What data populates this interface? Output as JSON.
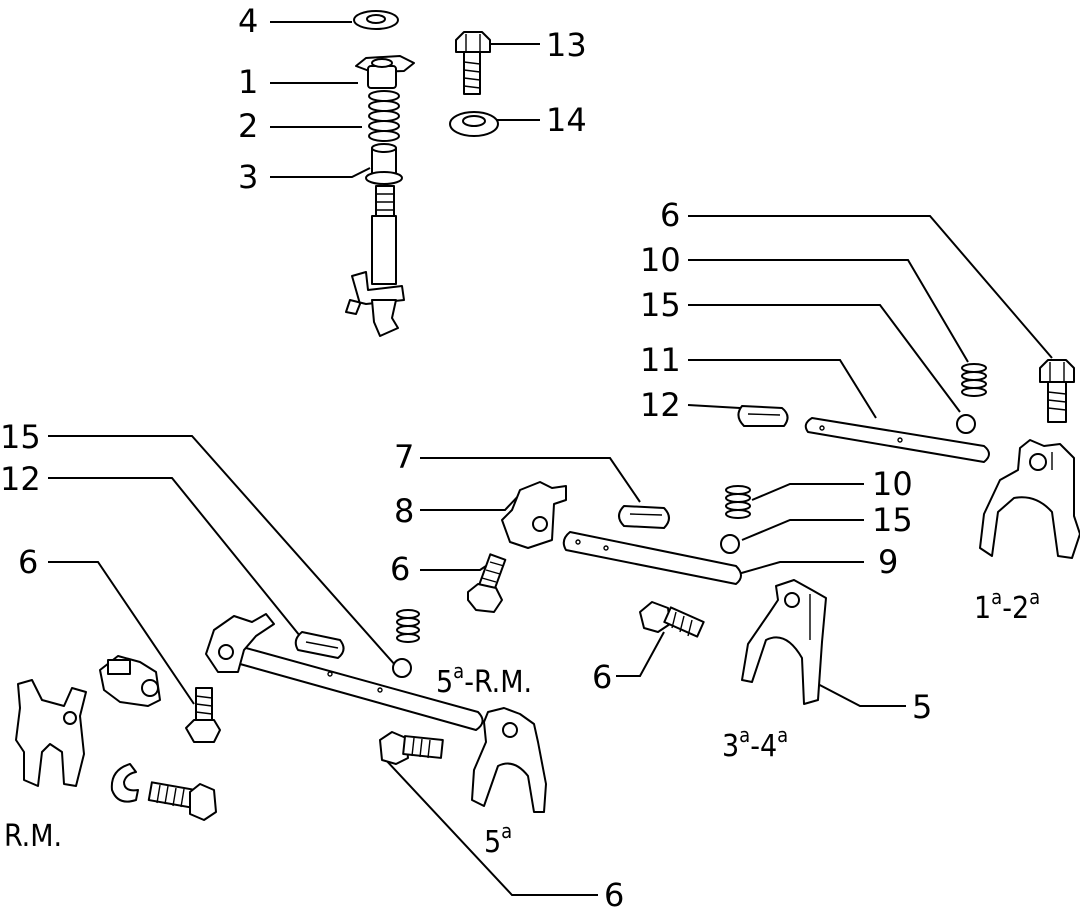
{
  "callouts": {
    "c4": "4",
    "c1": "1",
    "c2": "2",
    "c3": "3",
    "c13": "13",
    "c14": "14",
    "c6_top": "6",
    "c10_top": "10",
    "c15_top": "15",
    "c11": "11",
    "c12_top": "12",
    "c7": "7",
    "c8": "8",
    "c6_mid": "6",
    "c10_mid": "10",
    "c15_mid": "15",
    "c9": "9",
    "c15_left": "15",
    "c12_left": "12",
    "c6_left": "6",
    "c6_bolt": "6",
    "c5": "5",
    "c6_bottom": "6"
  },
  "gear_labels": {
    "first_second": {
      "n1": "1",
      "a1": "a",
      "dash": "-",
      "n2": "2",
      "a2": "a"
    },
    "third_fourth": {
      "n1": "3",
      "a1": "a",
      "dash": "-",
      "n2": "4",
      "a2": "a"
    },
    "fifth_rm": {
      "n1": "5",
      "a1": "a",
      "rest": "-R.M."
    },
    "fifth": {
      "n1": "5",
      "a1": "a"
    },
    "rm": "R.M."
  }
}
